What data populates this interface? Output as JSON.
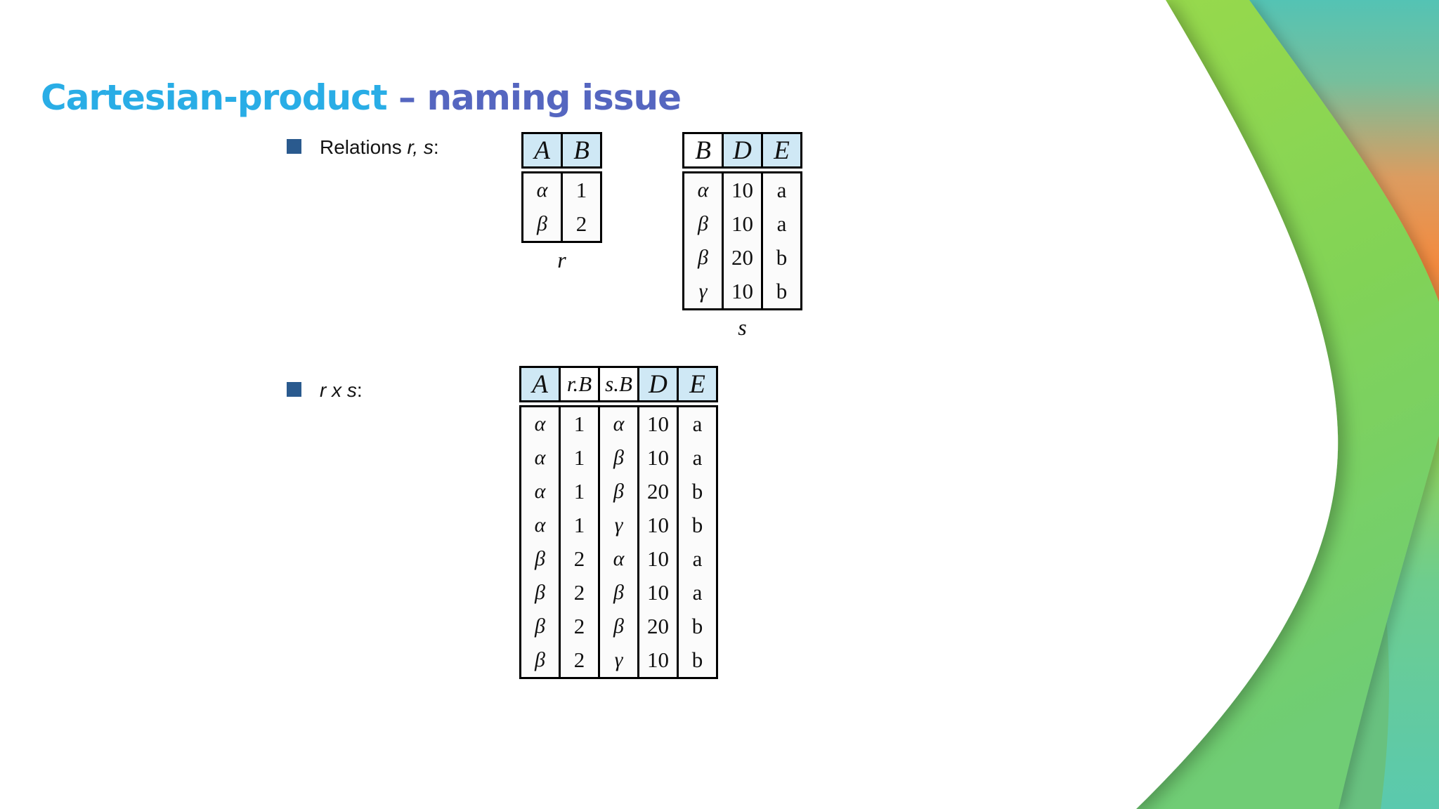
{
  "slide": {
    "title": {
      "part1": "Cartesian-product ",
      "part2": "– naming issue"
    },
    "bullets": [
      {
        "prefix": "Relations ",
        "italic": "r, s",
        "suffix": ":"
      },
      {
        "prefix": "",
        "italic": "r x s",
        "suffix": ":"
      }
    ],
    "tables": {
      "r": {
        "columns": [
          "A",
          "B"
        ],
        "highlight": [
          false,
          false
        ],
        "rows": [
          [
            "α",
            "1"
          ],
          [
            "β",
            "2"
          ]
        ],
        "label": "r"
      },
      "s": {
        "columns": [
          "B",
          "D",
          "E"
        ],
        "highlight": [
          true,
          false,
          false
        ],
        "rows": [
          [
            "α",
            "10",
            "a"
          ],
          [
            "β",
            "10",
            "a"
          ],
          [
            "β",
            "20",
            "b"
          ],
          [
            "γ",
            "10",
            "b"
          ]
        ],
        "label": "s"
      },
      "rxs": {
        "columns": [
          "A",
          "r.B",
          "s.B",
          "D",
          "E"
        ],
        "highlight": [
          false,
          true,
          true,
          false,
          false
        ],
        "rows": [
          [
            "α",
            "1",
            "α",
            "10",
            "a"
          ],
          [
            "α",
            "1",
            "β",
            "10",
            "a"
          ],
          [
            "α",
            "1",
            "β",
            "20",
            "b"
          ],
          [
            "α",
            "1",
            "γ",
            "10",
            "b"
          ],
          [
            "β",
            "2",
            "α",
            "10",
            "a"
          ],
          [
            "β",
            "2",
            "β",
            "10",
            "a"
          ],
          [
            "β",
            "2",
            "β",
            "20",
            "b"
          ],
          [
            "β",
            "2",
            "γ",
            "10",
            "b"
          ]
        ],
        "label": ""
      }
    },
    "colors": {
      "title_cyan": "#29ade6",
      "title_blue": "#5566c0",
      "bullet_navy": "#2a5a8e",
      "table_header_fill": "#cfe8f5",
      "table_highlight_fill": "#ffffff",
      "swoosh_bright_green": "#8cd44e",
      "swoosh_medium_green": "#68c17f",
      "swoosh_teal": "#54c3b4",
      "swoosh_orange": "#f48a3e"
    }
  }
}
